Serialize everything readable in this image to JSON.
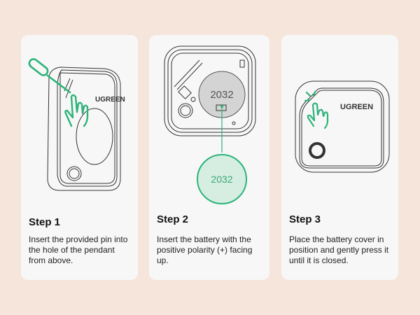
{
  "background_color": "#f5e5da",
  "card_color": "#f7f7f7",
  "accent_color": "#2db37a",
  "steps": [
    {
      "title": "Step 1",
      "description": "Insert the provided pin into the hole of the pendant from above.",
      "illustration": {
        "brand": "UGREEN",
        "icons": [
          "sim-pin-icon",
          "hand-pointer-icon"
        ]
      }
    },
    {
      "title": "Step 2",
      "description": "Insert the battery with the positive polarity (+) facing up.",
      "illustration": {
        "battery_label": "2032",
        "callout_label": "2032",
        "icons": [
          "coin-battery-icon",
          "circuit-board"
        ]
      }
    },
    {
      "title": "Step 3",
      "description": "Place the battery cover in position and gently press it until it is closed.",
      "illustration": {
        "brand": "UGREEN",
        "icons": [
          "hand-press-icon"
        ]
      }
    }
  ]
}
